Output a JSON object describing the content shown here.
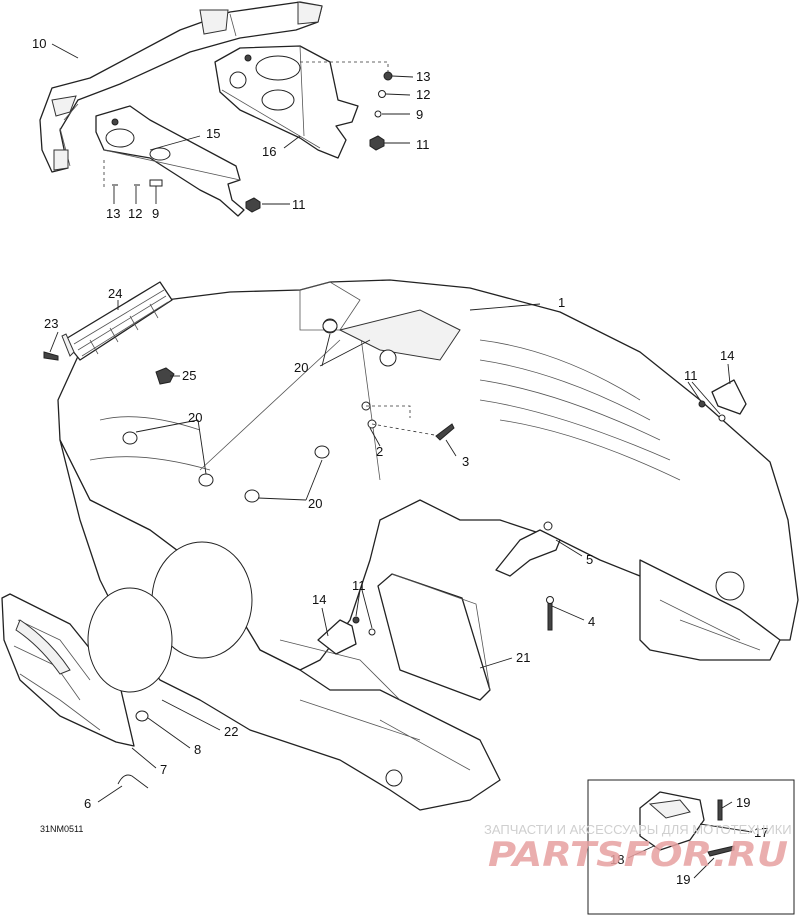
{
  "diagram": {
    "code": "31NM0511",
    "watermark_text": "ЗАПЧАСТИ И АКСЕССУАРЫ ДЛЯ МОТОТЕХНИКИ",
    "watermark_logo": "PARTSFOR.RU"
  },
  "callouts": {
    "c1": "1",
    "c2": "2",
    "c3": "3",
    "c4": "4",
    "c5": "5",
    "c6": "6",
    "c7": "7",
    "c8": "8",
    "c9a": "9",
    "c9b": "9",
    "c10": "10",
    "c11a": "11",
    "c11b": "11",
    "c11c": "11",
    "c11d": "11",
    "c12a": "12",
    "c12b": "12",
    "c13a": "13",
    "c13b": "13",
    "c14a": "14",
    "c14b": "14",
    "c15": "15",
    "c16": "16",
    "c17": "17",
    "c18": "18",
    "c19a": "19",
    "c19b": "19",
    "c20a": "20",
    "c20b": "20",
    "c20c": "20",
    "c21": "21",
    "c22": "22",
    "c23": "23",
    "c24": "24",
    "c25": "25"
  }
}
